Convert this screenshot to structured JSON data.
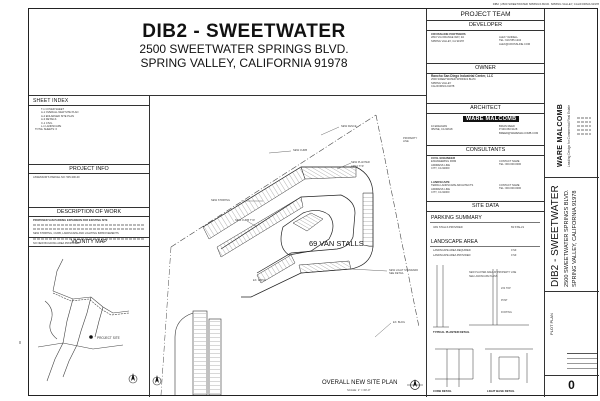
{
  "title_block": {
    "header_tiny": "DIB2 | 2500 SWEETWATER SPRINGS BLVD. SPRING VALLEY, CALIFORNIA 91978",
    "project_name": "DIB2 - SWEETWATER",
    "address_line1": "2500 SWEETWATER SPRINGS BLVD.",
    "address_line2": "SPRING VALLEY, CALIFORNIA 91978"
  },
  "project_team": {
    "heading": "PROJECT TEAM",
    "developer": {
      "label": "DEVELOPER",
      "company": "CROSSLINE PARTNERS",
      "lines": [
        "2810 VIA ORANGE WAY, #A",
        "SPRING VALLEY, CA 91978"
      ],
      "contact": [
        "ALEX YANDELL",
        "TEL: 619.555.1234",
        "ALEX@CROSSLINE.COM"
      ]
    },
    "owner": {
      "label": "OWNER",
      "company": "Rancho San Diego Industrial Center, LLC",
      "lines": [
        "2500 SWEETWATER SPRINGS BLVD.",
        "SPRING VALLEY",
        "CALIFORNIA 91978"
      ]
    },
    "architect": {
      "label": "ARCHITECT",
      "logo": "WARE MALCOMB",
      "lines": [
        "10 EDELMAN",
        "IRVINE, CA 92618"
      ],
      "contact": [
        "BRIAN REED",
        "P 949.660.9128",
        "BREED@WAREMALCOMB.COM"
      ]
    }
  },
  "consultants": {
    "heading": "CONSULTANTS",
    "civil": {
      "label": "CIVIL ENGINEER",
      "lines": [
        "ENGINEERING FIRM",
        "ADDRESS LINE",
        "CITY, CA 92000"
      ],
      "contact": [
        "CONTACT NAME",
        "TEL: 000.000.0000"
      ]
    },
    "landscape": {
      "label": "LANDSCAPE",
      "lines": [
        "TERRA LANDSCAPE ARCHITECTS",
        "ADDRESS LINE",
        "CITY, CA 92000"
      ],
      "contact": [
        "CONTACT NAME",
        "TEL: 000.000.0000"
      ]
    }
  },
  "site_data": {
    "heading": "SITE DATA"
  },
  "parking_summary": {
    "heading": "PARKING SUMMARY",
    "row_label": "VAN STALLS PROVIDED",
    "row_value": "69 STALLS"
  },
  "landscape_area": {
    "heading": "LANDSCAPE AREA",
    "rows": [
      {
        "label": "LANDSCAPE AREA REQUIRED",
        "value": "0 SF"
      },
      {
        "label": "LANDSCAPE AREA PROVIDED",
        "value": "0 SF"
      }
    ]
  },
  "left_panel": {
    "sheet_index": {
      "heading": "SHEET INDEX",
      "items": [
        "T-1  COVER SHEET",
        "A-1  OVERALL NEW SITE PLAN",
        "A-2  ENLARGED SITE PLAN",
        "A-3  DETAILS",
        "C-1  CIVIL",
        "L-1  LANDSCAPE",
        "TOTAL SHEETS: 6"
      ]
    },
    "project_info": {
      "heading": "PROJECT INFO",
      "text": "ASSESSOR'S PARCEL NO: 505-300-00"
    },
    "description": {
      "heading": "DESCRIPTION OF WORK",
      "lines": [
        "PROPOSED VAN PARKING EXPANSION FOR EXISTING SITE",
        "NEW STRIPING, CURB, LANDSCAPE AND LIGHTING IMPROVEMENTS",
        "NO NEW BUILDING AREA PROPOSED"
      ]
    },
    "vicinity_map": {
      "heading": "VICINITY MAP",
      "site_label": "PROJECT SITE"
    }
  },
  "site_plan": {
    "stall_label": "69 VAN STALLS",
    "plan_title": "OVERALL NEW SITE PLAN",
    "scale": "SCALE: 1\" = 60'-0\""
  },
  "details": {
    "det1_title": "TYPICAL PLANTER DETAIL",
    "det2_title": "CURB DETAIL",
    "det3_title": "LIGHT BASE DETAIL"
  },
  "right_strip": {
    "logo": "WARE MALCOMB",
    "tagline": "Leading Design for Commercial Real Estate",
    "project_name": "DIB2 - SWEETWATER",
    "address_line1": "2500 SWEETWATER SPRINGS BLVD.",
    "address_line2": "SPRING VALLEY, CALIFORNIA 91978",
    "sheet_title": "PLOT PLAN",
    "sheet_number": "0"
  }
}
